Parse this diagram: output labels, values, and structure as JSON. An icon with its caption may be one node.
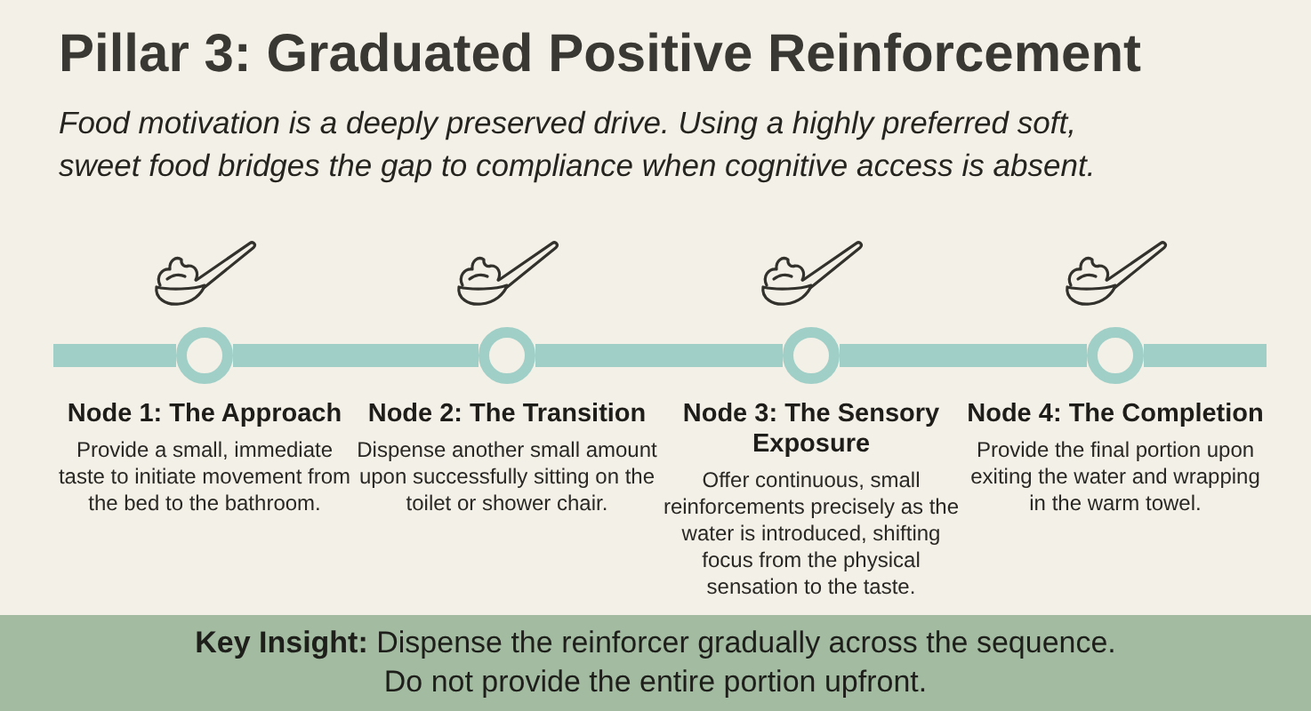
{
  "diagram": {
    "title": "Pillar 3: Graduated Positive Reinforcement",
    "nodes": [
      {
        "text": [],
        "shape": "circle",
        "beside": [
          "Node 1: The Approach",
          "Provide a small, immediate taste to initiate movement from the bed to the bathroom."
        ]
      },
      {
        "text": [],
        "shape": "circle",
        "beside": [
          "Node 2: The Transition",
          "Dispense another small amount upon successfully sitting on the toilet or shower chair."
        ]
      },
      {
        "text": [],
        "shape": "circle",
        "beside": [
          "Node 3: The Sensory Exposure",
          "Offer continuous, small reinforcements precisely as the water is introduced, shifting focus from the physical sensation to the taste."
        ]
      },
      {
        "text": [],
        "shape": "circle",
        "beside": [
          "Node 4: The Completion",
          "Provide the final portion upon exiting the water and wrapping in the warm towel."
        ]
      },
      {
        "text": [
          "**Key Insight:** Dispense the reinforcer gradually across the sequence. Do not provide the entire portion upfront."
        ]
      }
    ],
    "edges": [
      {
        "from": null,
        "to": 0,
        "arrow": "none"
      },
      {
        "from": 0,
        "to": 1,
        "arrow": "none"
      },
      {
        "from": 1,
        "to": 2,
        "arrow": "none"
      },
      {
        "from": 2,
        "to": 3,
        "arrow": "none"
      },
      {
        "from": 3,
        "to": null,
        "arrow": "none"
      }
    ],
    "labels": [
      "Food motivation is a deeply preserved drive. Using a highly preferred soft, sweet food bridges the gap to compliance when cognitive access is absent."
    ]
  }
}
